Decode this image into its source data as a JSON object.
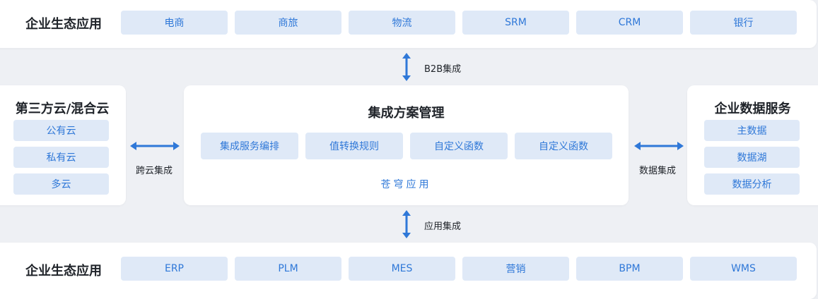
{
  "top_row": {
    "title": "企业生态应用",
    "items": [
      "电商",
      "商旅",
      "物流",
      "SRM",
      "CRM",
      "银行"
    ]
  },
  "b2b_label": "B2B集成",
  "left_panel": {
    "title": "第三方云/混合云",
    "items": [
      "公有云",
      "私有云",
      "多云"
    ]
  },
  "left_label": "跨云集成",
  "center_panel": {
    "title": "集成方案管理",
    "items": [
      "集成服务编排",
      "值转换规则",
      "自定义函数",
      "自定义函数"
    ],
    "footer": "苍穹应用"
  },
  "right_label": "数据集成",
  "right_panel": {
    "title": "企业数据服务",
    "items": [
      "主数据",
      "数据湖",
      "数据分析"
    ]
  },
  "app_label": "应用集成",
  "bottom_row": {
    "title": "企业生态应用",
    "items": [
      "ERP",
      "PLM",
      "MES",
      "营销",
      "BPM",
      "WMS"
    ]
  },
  "colors": {
    "accent": "#2f78d8",
    "chip_bg": "#dfe9f7",
    "page_bg": "#eef0f4"
  }
}
